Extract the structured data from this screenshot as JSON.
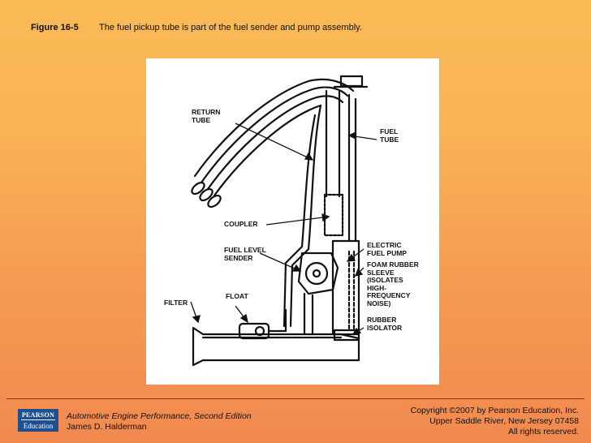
{
  "figure": {
    "number": "Figure 16-5",
    "caption": "The fuel pickup tube is part of the fuel sender and pump assembly."
  },
  "callouts": {
    "return_tube": "RETURN\nTUBE",
    "fuel_tube": "FUEL\nTUBE",
    "coupler": "COUPLER",
    "fuel_level_sender": "FUEL LEVEL\nSENDER",
    "electric_fuel_pump": "ELECTRIC\nFUEL PUMP",
    "foam_rubber_sleeve": "FOAM RUBBER\nSLEEVE\n(ISOLATES\nHIGH-\nFREQUENCY\nNOISE)",
    "float": "FLOAT",
    "filter": "FILTER",
    "rubber_isolator": "RUBBER\nISOLATOR"
  },
  "footer": {
    "logo_top": "PEARSON",
    "logo_bottom": "Education",
    "book_title": "Automotive Engine Performance, Second Edition",
    "author": "James D. Halderman",
    "copyright_line1": "Copyright ©2007 by Pearson Education, Inc.",
    "copyright_line2": "Upper Saddle River, New Jersey 07458",
    "copyright_line3": "All rights reserved."
  },
  "colors": {
    "background_top": "#fbbb56",
    "background_bottom": "#f2894f",
    "logo_blue": "#1d4f91"
  }
}
